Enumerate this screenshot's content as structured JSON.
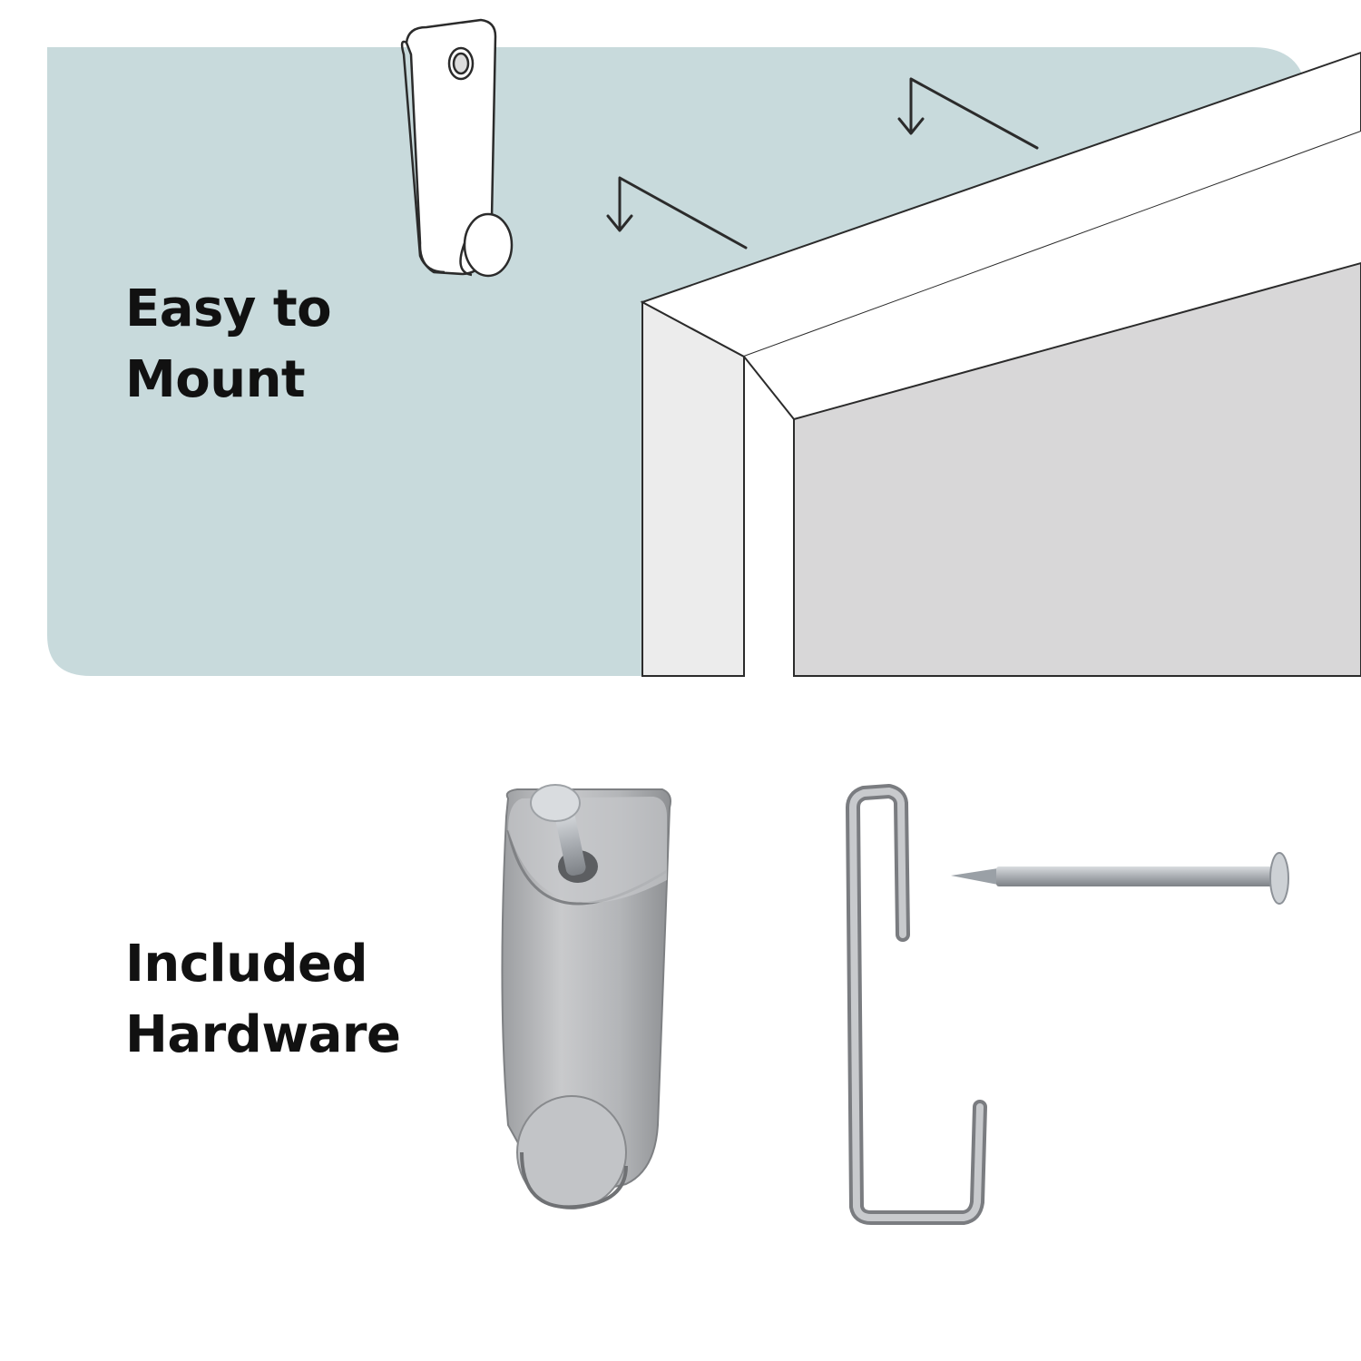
{
  "sections": {
    "mount": {
      "line1": "Easy to",
      "line2": "Mount"
    },
    "hardware": {
      "line1": "Included",
      "line2": "Hardware"
    }
  },
  "colors": {
    "panel": "#c8dadc",
    "frame": "#ffffff",
    "frame_side": "#ececec",
    "canvas": "#d8d7d8",
    "outline": "#2b2b2b",
    "metal": "#b9babc",
    "metal_dark": "#8a8c8f",
    "heading_text": "#111111"
  },
  "illustrations": {
    "mount_hook": "picture-hook-icon",
    "arrows": "mounting-direction-arrow-icon",
    "frame": "picture-frame-icon",
    "hardware_hook": "sawtooth-hook-hardware-icon",
    "hardware_bracket": "bracket-hook-hardware-icon",
    "hardware_nail": "nail-hardware-icon"
  }
}
